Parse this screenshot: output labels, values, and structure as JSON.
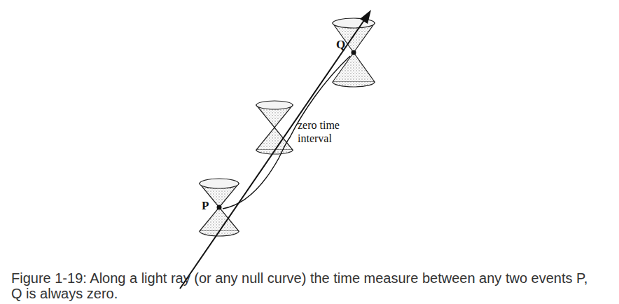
{
  "diagram": {
    "caption": "Figure 1-19: Along a light ray (or any null curve) the time measure between any two events P, Q is always zero.",
    "labels": [
      "Q",
      "zero time interval",
      "P"
    ]
  }
}
